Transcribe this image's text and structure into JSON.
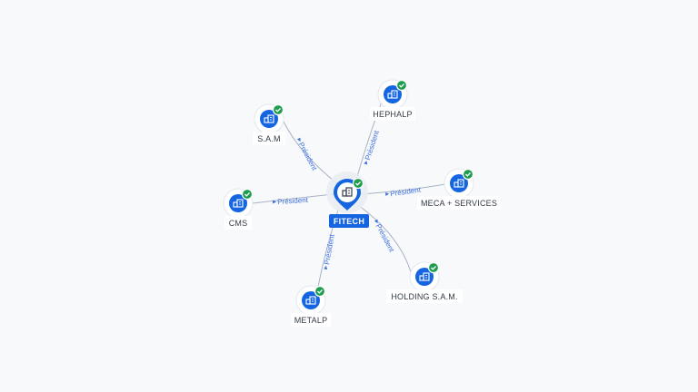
{
  "colors": {
    "primary": "#1565e0",
    "verified": "#1f9d4f",
    "edge": "#a8b3c7",
    "edge_label": "#3d6fe0",
    "background": "#f8f9fb"
  },
  "center": {
    "label": "FITECH",
    "icon": "building-icon",
    "verified": true
  },
  "nodes": [
    {
      "id": "sam",
      "label": "S.A.M",
      "relation": "Président",
      "icon": "building-icon",
      "verified": true
    },
    {
      "id": "hephalp",
      "label": "HEPHALP",
      "relation": "Président",
      "icon": "building-icon",
      "verified": true
    },
    {
      "id": "meca",
      "label": "MECA + SERVICES",
      "relation": "Président",
      "icon": "building-icon",
      "verified": true
    },
    {
      "id": "holding",
      "label": "HOLDING S.A.M.",
      "relation": "Président",
      "icon": "building-icon",
      "verified": true
    },
    {
      "id": "metalp",
      "label": "METALP",
      "relation": "Président",
      "icon": "building-icon",
      "verified": true
    },
    {
      "id": "cms",
      "label": "CMS",
      "relation": "Président",
      "icon": "building-icon",
      "verified": true
    }
  ]
}
